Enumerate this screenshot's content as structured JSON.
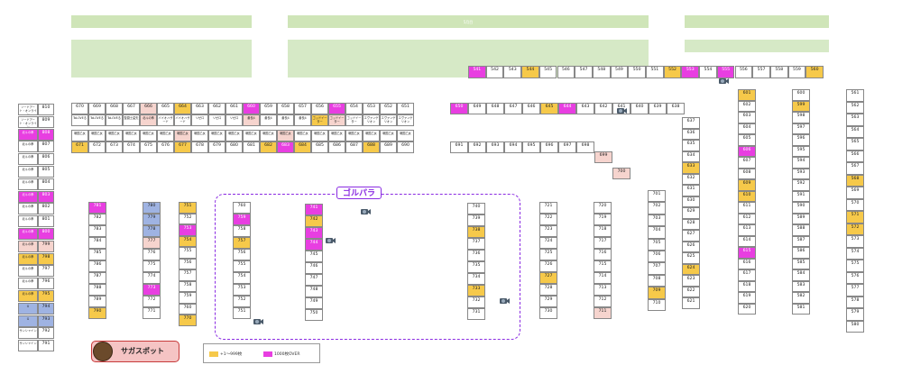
{
  "header": {
    "center_label": "5月目"
  },
  "zone_label": "ゴルパラ",
  "saga_spot": "サガスポット",
  "legend": {
    "yellow_label": "+1〜999枚",
    "magenta_label": "1000枚OVER",
    "yellow_color": "#f6c94a",
    "magenta_color": "#e83ee1"
  },
  "blocks": {
    "left_column": [
      [
        "ソードアート・オンライン",
        "810",
        ""
      ],
      [
        "ソードアート・オンライン",
        "809",
        ""
      ],
      [
        "北斗の拳",
        "808",
        "m"
      ],
      [
        "北斗の拳",
        "807",
        ""
      ],
      [
        "北斗の拳",
        "806",
        ""
      ],
      [
        "北斗の拳",
        "805",
        ""
      ],
      [
        "北斗の拳",
        "804",
        ""
      ],
      [
        "北斗の拳",
        "803",
        "m"
      ],
      [
        "北斗の拳",
        "802",
        ""
      ],
      [
        "北斗の拳",
        "801",
        ""
      ],
      [
        "北斗の拳",
        "800",
        "m"
      ],
      [
        "北斗の拳",
        "799",
        "pk"
      ],
      [
        "北斗の拳",
        "798",
        "y"
      ],
      [
        "北斗の拳",
        "797",
        ""
      ],
      [
        "北斗の拳",
        "796",
        ""
      ],
      [
        "北斗の拳",
        "795",
        "y"
      ],
      [
        "G",
        "794",
        "b"
      ],
      [
        "G",
        "793",
        "b"
      ],
      [
        "サンシャイン",
        "792",
        ""
      ],
      [
        "サンシャイン",
        "791",
        ""
      ]
    ],
    "row_a": [
      [
        "670",
        ""
      ],
      [
        "669",
        ""
      ],
      [
        "668",
        ""
      ],
      [
        "667",
        ""
      ],
      [
        "666",
        "pk"
      ],
      [
        "665",
        ""
      ],
      [
        "664",
        "y"
      ],
      [
        "663",
        ""
      ],
      [
        "662",
        ""
      ],
      [
        "661",
        ""
      ],
      [
        "660",
        "m"
      ],
      [
        "659",
        ""
      ],
      [
        "658",
        ""
      ],
      [
        "657",
        ""
      ],
      [
        "656",
        ""
      ],
      [
        "655",
        "m"
      ],
      [
        "654",
        ""
      ],
      [
        "653",
        ""
      ],
      [
        "652",
        ""
      ],
      [
        "651",
        ""
      ]
    ],
    "row_b": [
      [
        "ToLOVEる",
        ""
      ],
      [
        "ToLOVEる",
        ""
      ],
      [
        "ToLOVEる",
        ""
      ],
      [
        "聖闘士星矢",
        ""
      ],
      [
        "北斗の拳",
        "pk"
      ],
      [
        "バイオハザード",
        ""
      ],
      [
        "バイオハザード",
        ""
      ],
      [
        "リゼロ",
        ""
      ],
      [
        "リゼロ",
        ""
      ],
      [
        "リゼロ",
        ""
      ],
      [
        "番長4",
        "pk"
      ],
      [
        "番長4",
        ""
      ],
      [
        "番長4",
        ""
      ],
      [
        "番長4",
        ""
      ],
      [
        "ゴッドイーター",
        "y"
      ],
      [
        "ゴッドイーター",
        "pk"
      ],
      [
        "ゴッドイーター",
        ""
      ],
      [
        "エヴァンゲリオン",
        ""
      ],
      [
        "エヴァンゲリオン",
        ""
      ],
      [
        "エヴァンゲリオン",
        ""
      ]
    ],
    "row_c": [
      [
        "戦国乙女",
        ""
      ],
      [
        "戦国乙女",
        ""
      ],
      [
        "戦国乙女",
        ""
      ],
      [
        "戦国乙女",
        ""
      ],
      [
        "戦国乙女",
        ""
      ],
      [
        "戦国乙女",
        ""
      ],
      [
        "戦国乙女",
        "pk"
      ],
      [
        "戦国乙女",
        ""
      ],
      [
        "戦国乙女",
        ""
      ],
      [
        "戦国乙女",
        ""
      ],
      [
        "戦国乙女",
        ""
      ],
      [
        "戦国乙女",
        ""
      ],
      [
        "戦国乙女",
        "pk"
      ],
      [
        "戦国乙女",
        ""
      ],
      [
        "戦国乙女",
        ""
      ],
      [
        "戦国乙女",
        ""
      ],
      [
        "戦国乙女",
        ""
      ],
      [
        "戦国乙女",
        ""
      ],
      [
        "戦国乙女",
        ""
      ],
      [
        "戦国乙女",
        ""
      ]
    ],
    "row_d": [
      [
        "671",
        "y"
      ],
      [
        "672",
        ""
      ],
      [
        "673",
        ""
      ],
      [
        "674",
        ""
      ],
      [
        "675",
        ""
      ],
      [
        "676",
        ""
      ],
      [
        "677",
        "y"
      ],
      [
        "678",
        ""
      ],
      [
        "679",
        ""
      ],
      [
        "680",
        ""
      ],
      [
        "681",
        ""
      ],
      [
        "682",
        "y"
      ],
      [
        "683",
        "m"
      ],
      [
        "684",
        "y"
      ],
      [
        "685",
        ""
      ],
      [
        "686",
        ""
      ],
      [
        "687",
        ""
      ],
      [
        "688",
        "y"
      ],
      [
        "689",
        ""
      ],
      [
        "690",
        ""
      ]
    ],
    "top_right": [
      [
        "541",
        "m"
      ],
      [
        "542",
        ""
      ],
      [
        "543",
        ""
      ],
      [
        "544",
        "y"
      ],
      [
        "545",
        ""
      ],
      [
        "546",
        ""
      ],
      [
        "547",
        ""
      ],
      [
        "548",
        ""
      ],
      [
        "549",
        ""
      ],
      [
        "550",
        ""
      ],
      [
        "551",
        ""
      ],
      [
        "552",
        "y"
      ],
      [
        "553",
        "m"
      ],
      [
        "554",
        ""
      ],
      [
        "555",
        "m"
      ],
      [
        "556",
        ""
      ],
      [
        "557",
        ""
      ],
      [
        "558",
        ""
      ],
      [
        "559",
        ""
      ],
      [
        "560",
        "y"
      ]
    ],
    "mid_a": [
      [
        "650",
        "m"
      ],
      [
        "649",
        ""
      ],
      [
        "648",
        ""
      ],
      [
        "647",
        ""
      ],
      [
        "646",
        ""
      ],
      [
        "645",
        "y"
      ],
      [
        "644",
        "m"
      ],
      [
        "643",
        ""
      ],
      [
        "642",
        ""
      ],
      [
        "641",
        ""
      ],
      [
        "640",
        ""
      ],
      [
        "639",
        ""
      ],
      [
        "638",
        ""
      ]
    ],
    "mid_d": [
      [
        "691",
        ""
      ],
      [
        "692",
        ""
      ],
      [
        "693",
        ""
      ],
      [
        "694",
        ""
      ],
      [
        "695",
        ""
      ],
      [
        "696",
        ""
      ],
      [
        "697",
        ""
      ],
      [
        "698",
        ""
      ]
    ],
    "diag": [
      [
        "699",
        "pk"
      ],
      [
        "700",
        "pk"
      ]
    ],
    "col_637": [
      [
        "637",
        ""
      ],
      [
        "636",
        ""
      ],
      [
        "635",
        ""
      ],
      [
        "634",
        ""
      ],
      [
        "633",
        "y"
      ],
      [
        "632",
        ""
      ],
      [
        "631",
        ""
      ],
      [
        "630",
        ""
      ],
      [
        "629",
        ""
      ],
      [
        "628",
        ""
      ],
      [
        "627",
        ""
      ],
      [
        "626",
        ""
      ],
      [
        "625",
        ""
      ],
      [
        "624",
        "y"
      ],
      [
        "623",
        ""
      ],
      [
        "622",
        ""
      ],
      [
        "621",
        ""
      ]
    ],
    "col_701": [
      [
        "701",
        ""
      ],
      [
        "702",
        ""
      ],
      [
        "703",
        ""
      ],
      [
        "704",
        ""
      ],
      [
        "705",
        ""
      ],
      [
        "706",
        ""
      ],
      [
        "707",
        ""
      ],
      [
        "708",
        ""
      ],
      [
        "709",
        "y"
      ],
      [
        "710",
        ""
      ]
    ],
    "col_601": [
      [
        "601",
        "y"
      ],
      [
        "602",
        ""
      ],
      [
        "603",
        ""
      ],
      [
        "604",
        ""
      ],
      [
        "605",
        ""
      ],
      [
        "606",
        "m"
      ],
      [
        "607",
        ""
      ],
      [
        "608",
        ""
      ],
      [
        "609",
        "y"
      ],
      [
        "610",
        "y"
      ],
      [
        "611",
        ""
      ],
      [
        "612",
        ""
      ],
      [
        "613",
        ""
      ],
      [
        "614",
        ""
      ],
      [
        "615",
        "m"
      ],
      [
        "616",
        ""
      ],
      [
        "617",
        ""
      ],
      [
        "618",
        ""
      ],
      [
        "619",
        ""
      ],
      [
        "620",
        ""
      ]
    ],
    "col_600": [
      [
        "600",
        ""
      ],
      [
        "599",
        "y"
      ],
      [
        "598",
        ""
      ],
      [
        "597",
        ""
      ],
      [
        "596",
        ""
      ],
      [
        "595",
        ""
      ],
      [
        "594",
        ""
      ],
      [
        "593",
        ""
      ],
      [
        "592",
        ""
      ],
      [
        "591",
        ""
      ],
      [
        "590",
        ""
      ],
      [
        "589",
        ""
      ],
      [
        "588",
        ""
      ],
      [
        "587",
        ""
      ],
      [
        "586",
        ""
      ],
      [
        "585",
        ""
      ],
      [
        "584",
        ""
      ],
      [
        "583",
        ""
      ],
      [
        "582",
        ""
      ],
      [
        "581",
        ""
      ]
    ],
    "col_561": [
      [
        "561",
        ""
      ],
      [
        "562",
        ""
      ],
      [
        "563",
        ""
      ],
      [
        "564",
        ""
      ],
      [
        "565",
        ""
      ],
      [
        "566",
        ""
      ],
      [
        "567",
        ""
      ],
      [
        "568",
        "y"
      ],
      [
        "569",
        ""
      ],
      [
        "570",
        ""
      ],
      [
        "571",
        "y"
      ],
      [
        "572",
        "y"
      ],
      [
        "573",
        ""
      ],
      [
        "574",
        ""
      ],
      [
        "575",
        ""
      ],
      [
        "576",
        ""
      ],
      [
        "577",
        ""
      ],
      [
        "578",
        ""
      ],
      [
        "579",
        ""
      ],
      [
        "580",
        ""
      ]
    ],
    "col_721": [
      [
        "721",
        ""
      ],
      [
        "722",
        ""
      ],
      [
        "723",
        ""
      ],
      [
        "724",
        ""
      ],
      [
        "725",
        ""
      ],
      [
        "726",
        ""
      ],
      [
        "727",
        "y"
      ],
      [
        "728",
        ""
      ],
      [
        "729",
        ""
      ],
      [
        "730",
        ""
      ]
    ],
    "col_720": [
      [
        "720",
        ""
      ],
      [
        "719",
        ""
      ],
      [
        "718",
        ""
      ],
      [
        "717",
        ""
      ],
      [
        "716",
        ""
      ],
      [
        "715",
        ""
      ],
      [
        "714",
        ""
      ],
      [
        "713",
        ""
      ],
      [
        "712",
        ""
      ],
      [
        "711",
        "pk"
      ]
    ],
    "col_731": [
      [
        "740",
        ""
      ],
      [
        "739",
        ""
      ],
      [
        "738",
        "y"
      ],
      [
        "737",
        ""
      ],
      [
        "736",
        ""
      ],
      [
        "735",
        ""
      ],
      [
        "734",
        ""
      ],
      [
        "733",
        "y"
      ],
      [
        "732",
        ""
      ],
      [
        "731",
        ""
      ]
    ],
    "col_741": [
      [
        "741",
        "m"
      ],
      [
        "742",
        "y"
      ],
      [
        "743",
        "m"
      ],
      [
        "744",
        "m"
      ],
      [
        "745",
        ""
      ],
      [
        "746",
        ""
      ],
      [
        "747",
        ""
      ],
      [
        "748",
        ""
      ],
      [
        "749",
        ""
      ],
      [
        "750",
        ""
      ]
    ],
    "col_751": [
      [
        "751",
        "y"
      ],
      [
        "752",
        ""
      ],
      [
        "753",
        "m"
      ],
      [
        "754",
        "y"
      ],
      [
        "755",
        ""
      ],
      [
        "756",
        ""
      ],
      [
        "757",
        ""
      ],
      [
        "758",
        ""
      ],
      [
        "759",
        ""
      ],
      [
        "760",
        ""
      ],
      [
        "770",
        "y"
      ]
    ],
    "col_760": [
      [
        "760",
        ""
      ],
      [
        "759",
        "m"
      ],
      [
        "758",
        ""
      ],
      [
        "757",
        "y"
      ],
      [
        "756",
        ""
      ],
      [
        "755",
        ""
      ],
      [
        "754",
        ""
      ],
      [
        "753",
        ""
      ],
      [
        "752",
        ""
      ],
      [
        "751",
        ""
      ]
    ],
    "col_781": [
      [
        "781",
        "m"
      ],
      [
        "782",
        ""
      ],
      [
        "783",
        ""
      ],
      [
        "784",
        ""
      ],
      [
        "785",
        ""
      ],
      [
        "786",
        ""
      ],
      [
        "787",
        ""
      ],
      [
        "788",
        ""
      ],
      [
        "789",
        ""
      ],
      [
        "790",
        "y"
      ]
    ],
    "col_780": [
      [
        "780",
        "b"
      ],
      [
        "779",
        "b"
      ],
      [
        "778",
        "b"
      ],
      [
        "777",
        "pk"
      ],
      [
        "776",
        ""
      ],
      [
        "775",
        ""
      ],
      [
        "774",
        ""
      ],
      [
        "773",
        "m"
      ],
      [
        "772",
        ""
      ],
      [
        "771",
        ""
      ]
    ]
  }
}
